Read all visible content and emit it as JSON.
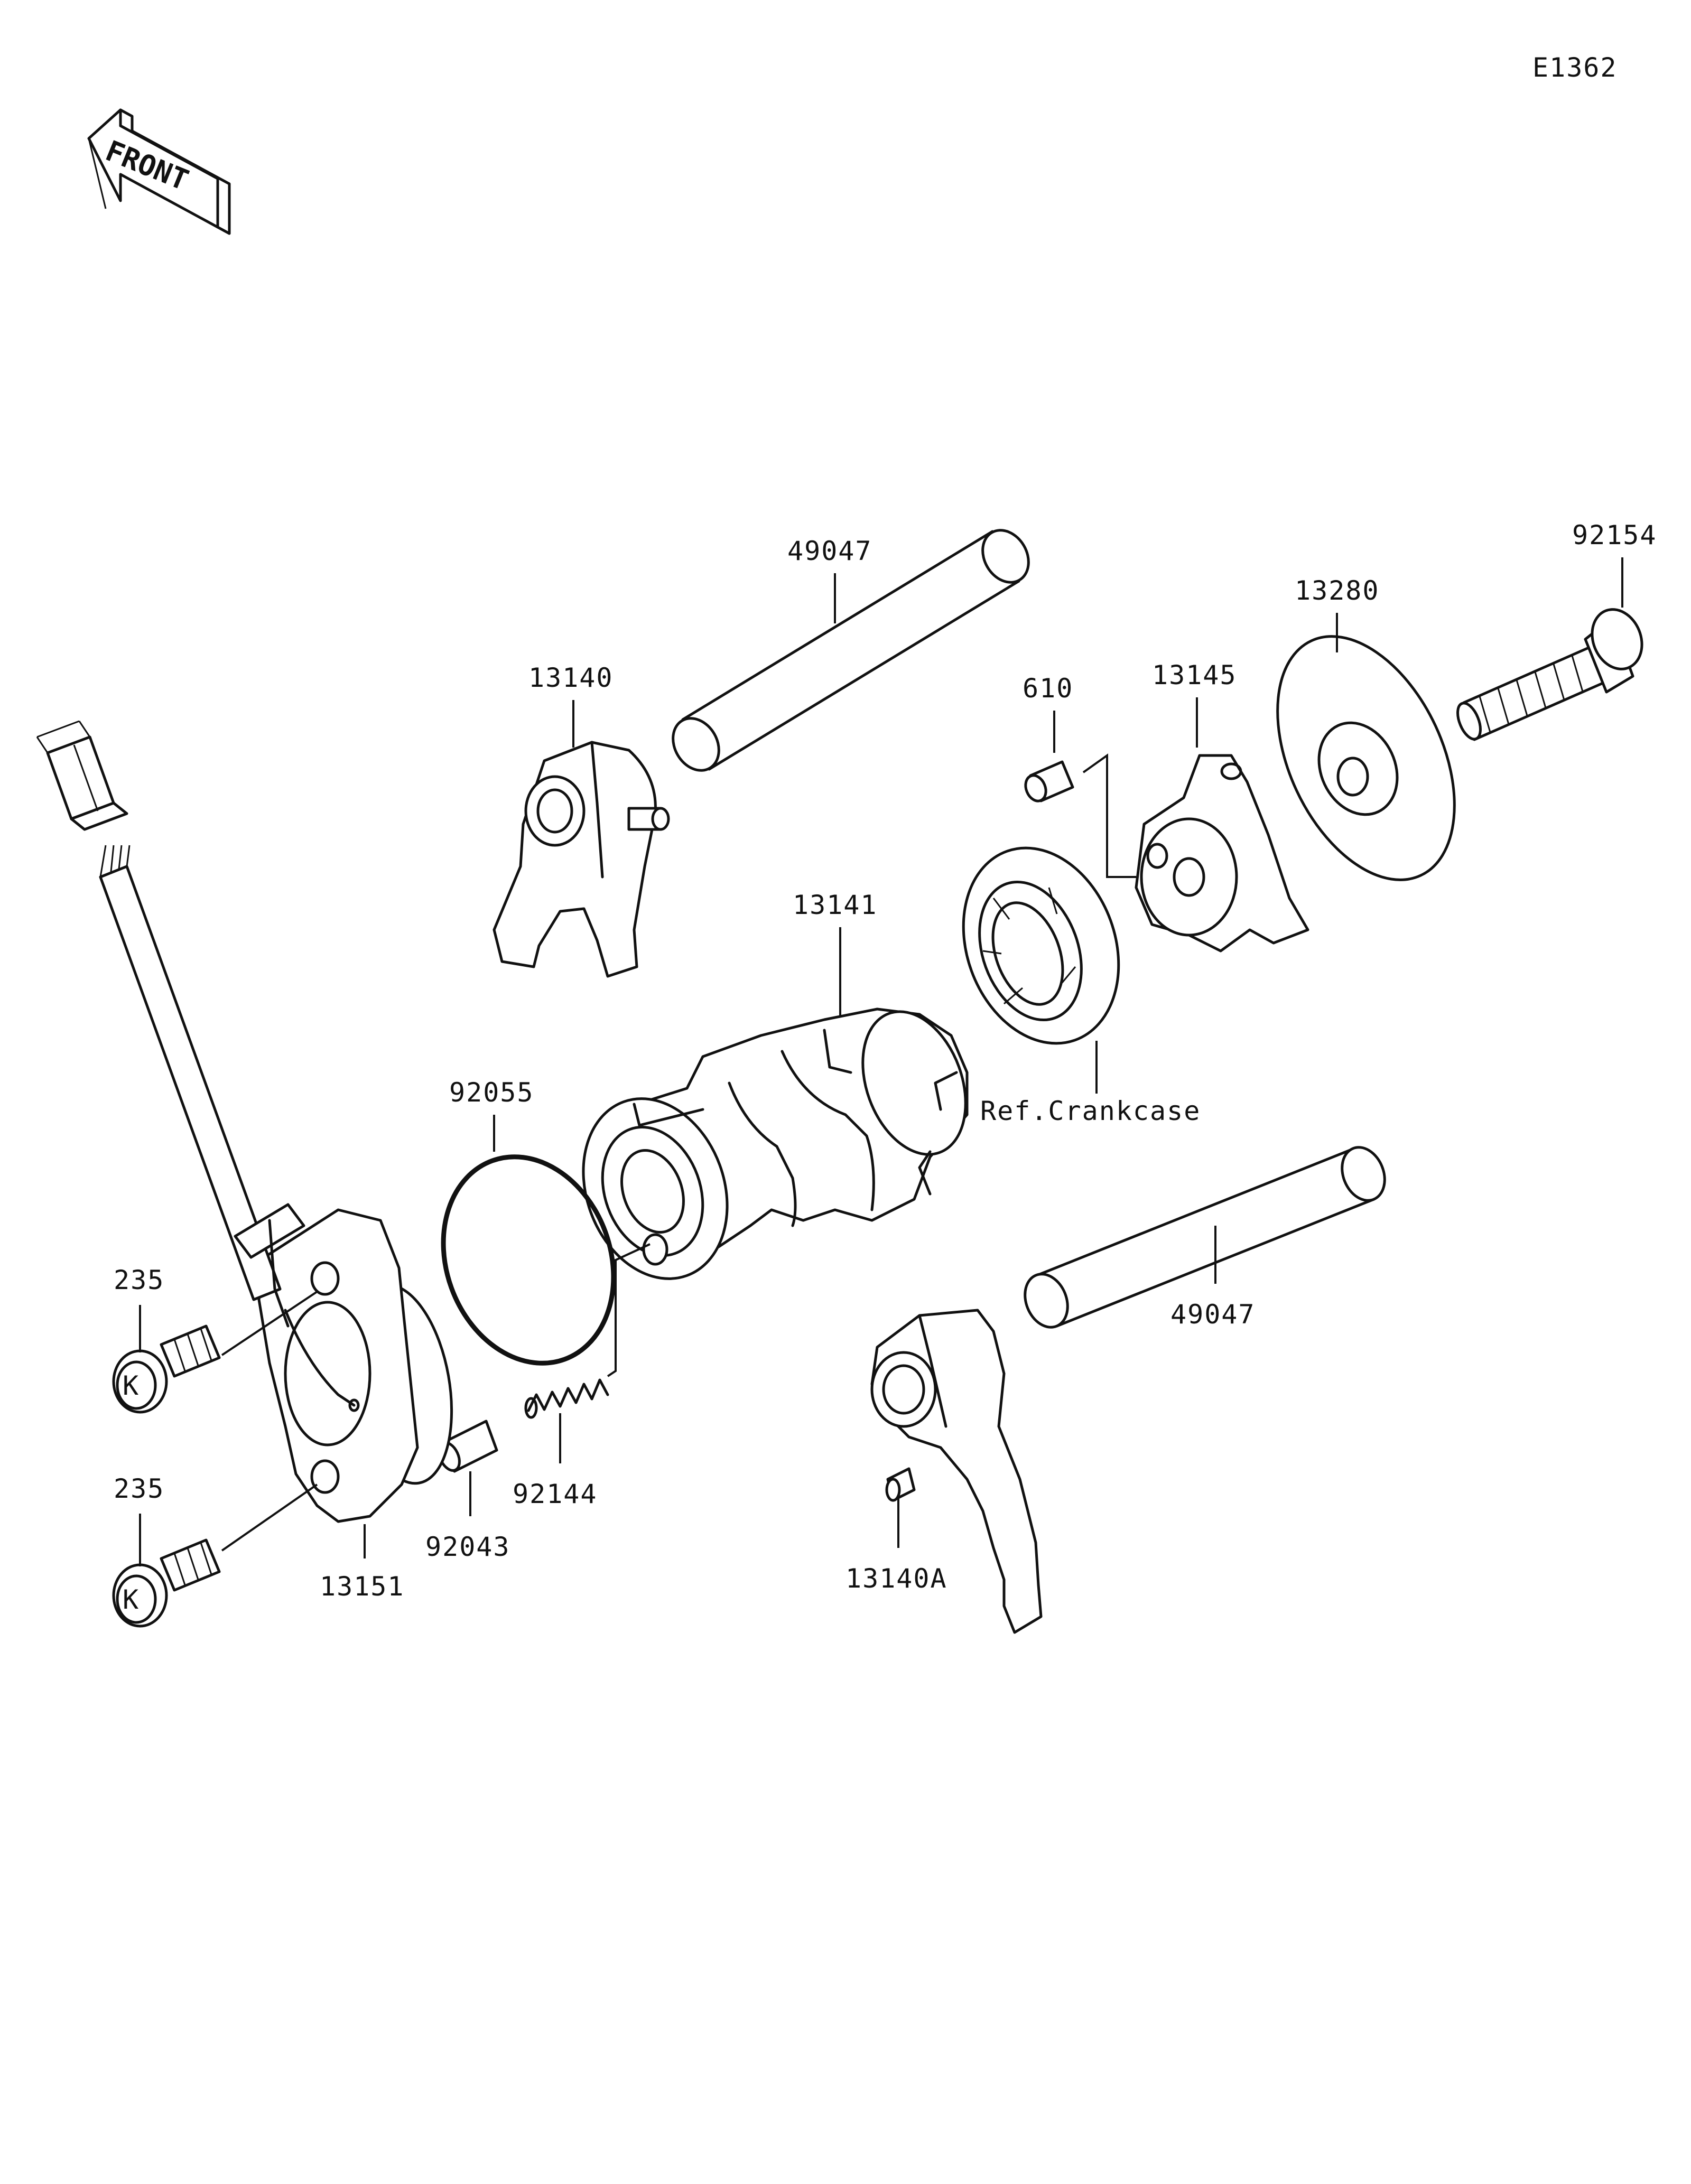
{
  "diagram_code": "E1362",
  "front_label": "FRONT",
  "parts": {
    "shaft_upper": "49047",
    "fork_upper": "13140",
    "pin": "610",
    "cam": "13145",
    "plate": "13280",
    "bolt_right": "92154",
    "drum": "13141",
    "bearing_ref": "Ref.Crankcase",
    "oring": "92055",
    "shaft_lower": "49047",
    "screw_upper": "235",
    "screw_lower": "235",
    "holder": "13151",
    "detent_pin": "92043",
    "spring": "92144",
    "fork_lower": "13140A"
  }
}
